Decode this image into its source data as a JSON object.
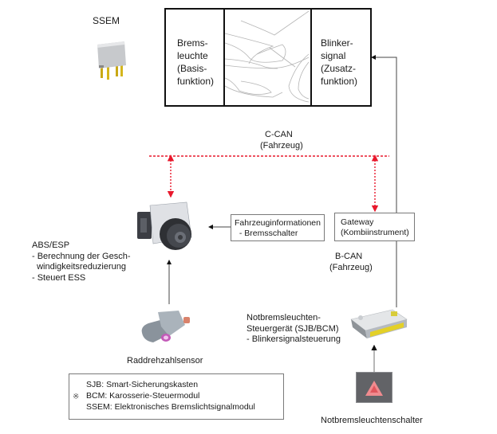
{
  "ssem": {
    "label": "SSEM",
    "icon": "relay-module-icon"
  },
  "lamp_panel": {
    "brake_light": [
      "Brems-",
      "leuchte",
      "(Basis-",
      "funktion)"
    ],
    "turn_signal": [
      "Blinker-",
      "signal",
      "(Zusatz-",
      "funktion)"
    ],
    "illustration": "car-rear-light-illustration"
  },
  "c_can": {
    "line1": "C-CAN",
    "line2": "(Fahrzeug)",
    "color": "#e8182c"
  },
  "b_can": {
    "line1": "B-CAN",
    "line2": "(Fahrzeug)"
  },
  "abs_esp": {
    "title": "ABS/ESP",
    "lines": [
      "- Berechnung der Gesch-",
      "  windigkeitsreduzierung",
      "- Steuert ESS"
    ],
    "icon": "abs-esp-unit-icon"
  },
  "vehicle_info": {
    "line1": "Fahrzeuginformationen",
    "line2": "  - Bremsschalter"
  },
  "gateway": {
    "line1": "Gateway",
    "line2": "(Kombiinstrument)"
  },
  "wheel_sensor": {
    "label": "Raddrehzahlsensor",
    "icon": "wheel-speed-sensor-icon"
  },
  "control_unit": {
    "lines": [
      "Notbremsleuchten-",
      "Steuergerät (SJB/BCM)",
      "- Blinkersignalsteuerung"
    ],
    "icon": "sjb-bcm-module-icon"
  },
  "hazard_switch": {
    "label": "Notbremsleuchtenschalter",
    "icon": "hazard-switch-icon"
  },
  "legend": {
    "marker": "※",
    "entries": [
      "SJB: Smart-Sicherungskasten",
      "BCM: Karosserie-Steuermodul",
      "SSEM: Elektronisches Bremslichtsignalmodul"
    ]
  }
}
